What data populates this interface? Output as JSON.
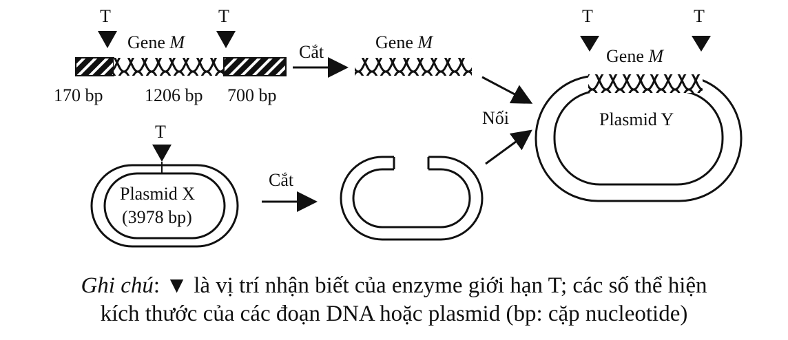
{
  "site_label": "T",
  "gene_label": "Gene ",
  "gene_name": "M",
  "segments": [
    "170 bp",
    "1206 bp",
    "700 bp"
  ],
  "cut_label": "Cắt",
  "ligate_label": "Nối",
  "plasmid_x": {
    "name": "Plasmid X",
    "size": "(3978 bp)"
  },
  "plasmid_y": {
    "name": "Plasmid Y"
  },
  "caption": {
    "note_label": "Ghi chú",
    "line1_rest": ": ▼ là vị trí nhận biết của enzyme giới hạn T; các số thể hiện",
    "line2": "kích thước của các đoạn DNA hoặc plasmid (bp: cặp nucleotide)"
  },
  "colors": {
    "ink": "#111111",
    "background": "#ffffff"
  }
}
